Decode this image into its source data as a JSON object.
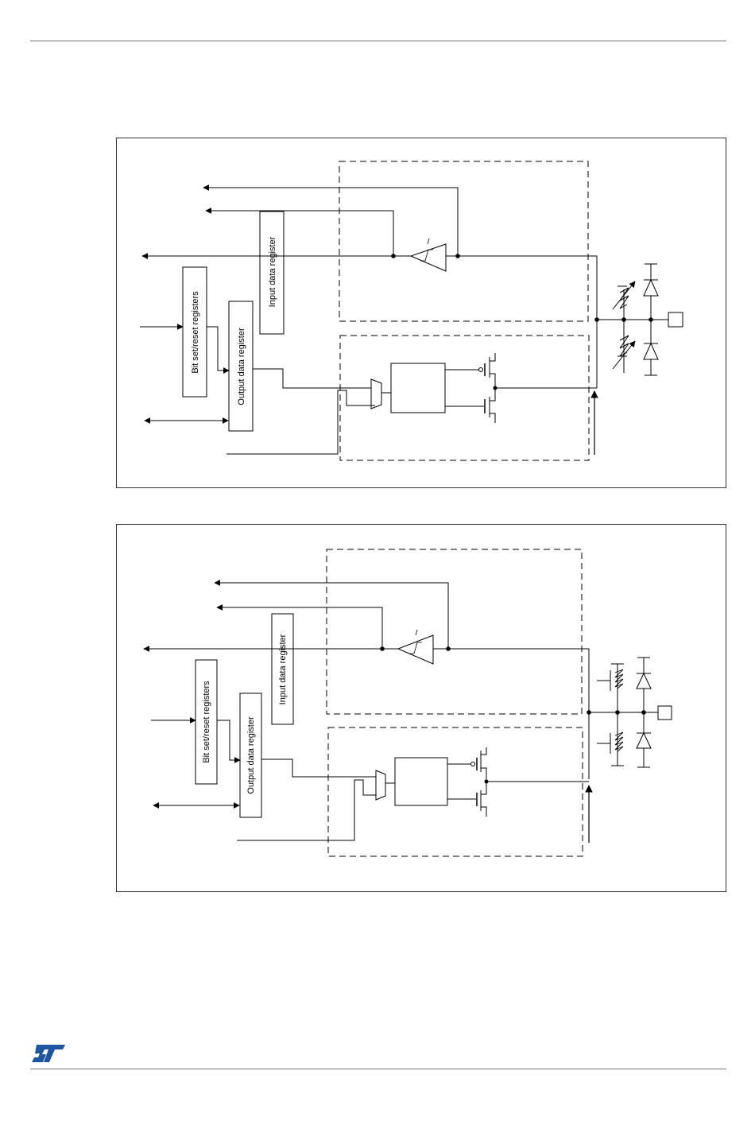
{
  "figures": [
    {
      "labels": {
        "input_data_register": "Input data register",
        "bit_set_reset_registers": "Bit set/reset registers",
        "output_data_register": "Output data register"
      }
    },
    {
      "labels": {
        "input_data_register": "Input data register",
        "bit_set_reset_registers": "Bit set/reset registers",
        "output_data_register": "Output data register"
      }
    }
  ],
  "footer": {
    "logo": "ST",
    "logo_color": "#1e56a0"
  }
}
